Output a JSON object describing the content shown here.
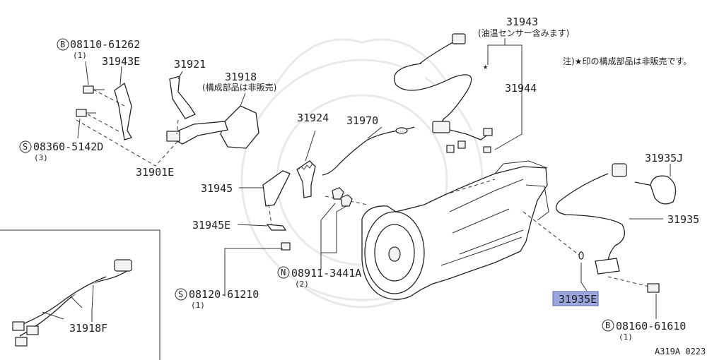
{
  "labels": {
    "b_08110": "08110-61262",
    "b_08110_qty": "(1)",
    "p31943e": "31943E",
    "s_08360": "08360-5142D",
    "s_08360_qty": "(3)",
    "p31901e": "31901E",
    "p31921": "31921",
    "p31918": "31918",
    "p31918_note": "(構成部品は非販売)",
    "p31924": "31924",
    "p31970": "31970",
    "p31943": "31943",
    "p31943_note": "(油温センサー含みます)",
    "p31944": "31944",
    "note_top": "注)★印の構成部品は非販売です。",
    "p31945": "31945",
    "p31945e": "31945E",
    "n_08911": "08911-3441A",
    "n_08911_qty": "(2)",
    "s_08120": "08120-61210",
    "s_08120_qty": "(1)",
    "p31935j": "31935J",
    "p31935": "31935",
    "p31935e": "31935E",
    "b_08160": "08160-61610",
    "b_08160_qty": "(1)",
    "p31918f": "31918F",
    "diagram_code": "A319A 0223",
    "mark_b": "B",
    "mark_s": "S",
    "mark_n": "N",
    "star": "★"
  },
  "highlight": {
    "part": "31935E",
    "color": "#9aa6dd"
  }
}
